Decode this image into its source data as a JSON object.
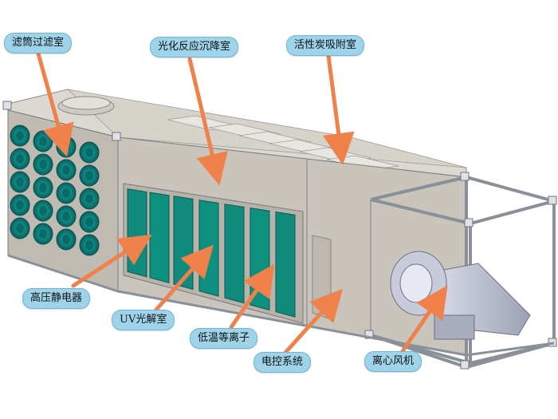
{
  "colors": {
    "cabinet": "#c9c5bd",
    "cabinet_top": "#dcd9d2",
    "frame": "#8a9099",
    "filter": "#0f8b87",
    "panel": "#0f8a7d",
    "callout_bg": "#9ed3ea",
    "arrow": "#f0814a",
    "fan": "#b9bccd"
  },
  "labels": {
    "filter_cartridge": "滤筒过滤室",
    "photo_oxidation": "光化反应沉降室",
    "activated_carbon": "活性炭吸附室",
    "electrostatic": "高压静电器",
    "uv": "UV光解室",
    "plasma": "低温等离子",
    "control": "电控系统",
    "fan": "离心风机"
  }
}
